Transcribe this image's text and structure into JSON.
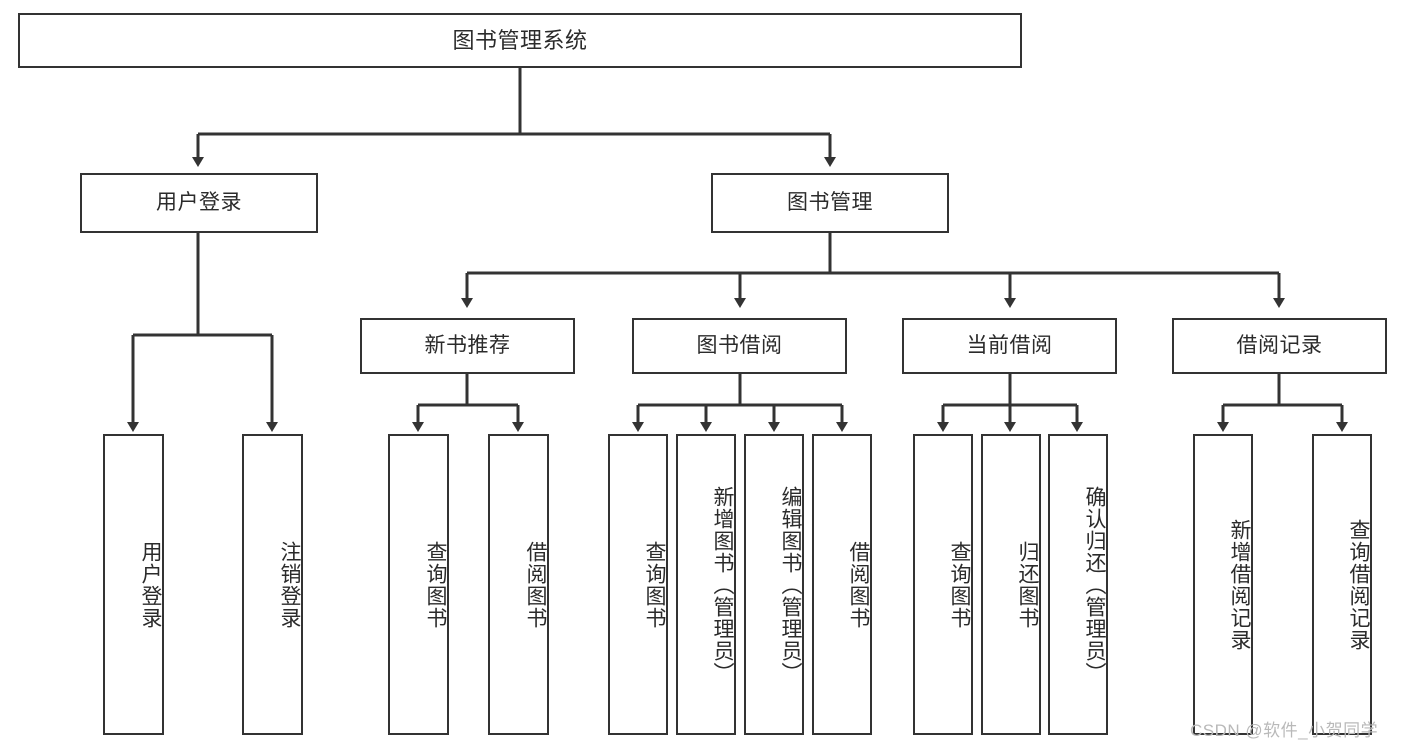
{
  "diagram": {
    "type": "tree-hierarchy-chart",
    "title": "图书管理系统",
    "watermark": "CSDN @软件_小贺同学",
    "colors": {
      "stroke": "#333333",
      "text": "#2b2b2b",
      "background": "#ffffff",
      "watermark": "#b9b9b9"
    },
    "levels": [
      {
        "level": 1,
        "nodes": [
          {
            "id": "root",
            "label": "图书管理系统"
          }
        ]
      },
      {
        "level": 2,
        "nodes": [
          {
            "id": "user-login",
            "label": "用户登录",
            "parent": "root"
          },
          {
            "id": "book-manage",
            "label": "图书管理",
            "parent": "root"
          }
        ]
      },
      {
        "level": 3,
        "nodes": [
          {
            "id": "new-book-rec",
            "label": "新书推荐",
            "parent": "book-manage"
          },
          {
            "id": "book-borrow",
            "label": "图书借阅",
            "parent": "book-manage"
          },
          {
            "id": "current-borrow",
            "label": "当前借阅",
            "parent": "book-manage"
          },
          {
            "id": "borrow-record",
            "label": "借阅记录",
            "parent": "book-manage"
          }
        ]
      },
      {
        "level": 4,
        "nodes": [
          {
            "id": "leaf-1",
            "label": "用户登录",
            "parent": "user-login"
          },
          {
            "id": "leaf-2",
            "label": "注销登录",
            "parent": "user-login"
          },
          {
            "id": "leaf-3",
            "label": "查询图书",
            "parent": "new-book-rec"
          },
          {
            "id": "leaf-4",
            "label": "借阅图书",
            "parent": "new-book-rec"
          },
          {
            "id": "leaf-5",
            "label": "查询图书",
            "parent": "book-borrow"
          },
          {
            "id": "leaf-6",
            "label": "新增图书（管理员）",
            "parent": "book-borrow"
          },
          {
            "id": "leaf-7",
            "label": "编辑图书（管理员）",
            "parent": "book-borrow"
          },
          {
            "id": "leaf-8",
            "label": "借阅图书",
            "parent": "book-borrow"
          },
          {
            "id": "leaf-9",
            "label": "查询图书",
            "parent": "current-borrow"
          },
          {
            "id": "leaf-10",
            "label": "归还图书",
            "parent": "current-borrow"
          },
          {
            "id": "leaf-11",
            "label": "确认归还（管理员）",
            "parent": "current-borrow"
          },
          {
            "id": "leaf-12",
            "label": "新增借阅记录",
            "parent": "borrow-record"
          },
          {
            "id": "leaf-13",
            "label": "查询借阅记录",
            "parent": "borrow-record"
          }
        ]
      }
    ]
  }
}
